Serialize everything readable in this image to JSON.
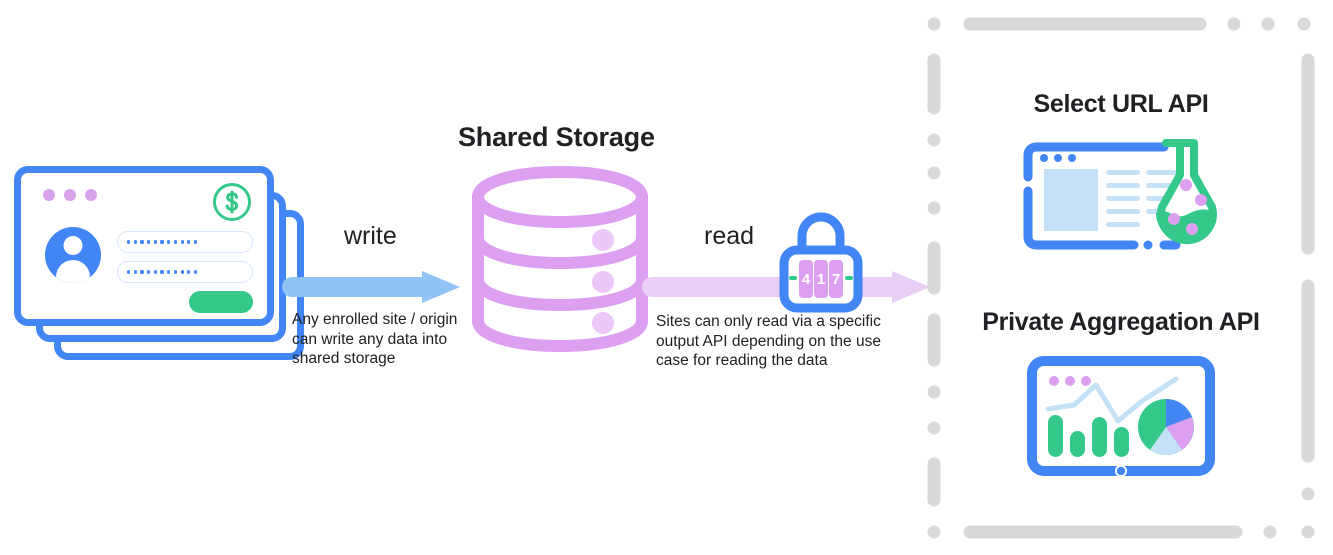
{
  "diagram": {
    "center": {
      "title": "Shared Storage",
      "icon": "database-cylinder-icon"
    },
    "source": {
      "icon": "stacked-browser-windows-icon",
      "window_dots": 3,
      "badge_icon": "dollar-circle-icon",
      "avatar_icon": "user-avatar-icon",
      "password_fields": 2,
      "submit_button_icon": "submit-button"
    },
    "write_flow": {
      "label": "write",
      "caption": "Any enrolled site / origin can write any data into shared storage",
      "arrow_icon": "write-arrow-icon",
      "arrow_color": "#8FC4F5"
    },
    "read_flow": {
      "label": "read",
      "caption": "Sites can only read via a specific output API depending on the use case for reading the data",
      "arrow_icon": "read-arrow-icon",
      "arrow_color": "#E9CFF5",
      "lock": {
        "icon": "combination-padlock-icon",
        "digits": [
          "4",
          "1",
          "7"
        ],
        "body_color": "#4285F4",
        "dial_color": "#DDA0F0",
        "dash_color": "#34C98A"
      }
    },
    "output_apis": {
      "panel_border_color": "#D9D9D9",
      "items": [
        {
          "title": "Select URL API",
          "icon": "browser-window-flask-icon"
        },
        {
          "title": "Private Aggregation API",
          "icon": "analytics-dashboard-icon"
        }
      ]
    },
    "colors": {
      "blue": "#4285F4",
      "green": "#34C98A",
      "purple": "#DDA0F0",
      "light_blue": "#C5E1F7",
      "text": "#202124",
      "gray": "#D9D9D9"
    }
  }
}
